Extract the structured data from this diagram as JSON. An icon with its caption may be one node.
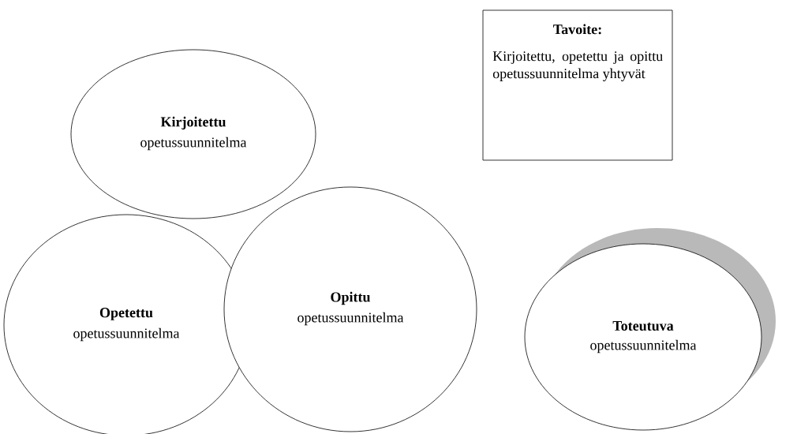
{
  "diagram": {
    "nodes": [
      {
        "text": [
          "Kirjoitettu",
          "opetussuunnitelma"
        ]
      },
      {
        "text": [
          "Tavoite:",
          "Kirjoitettu, opetettu ja opittu opetussuunnitelma yhtyvät"
        ]
      },
      {
        "text": [
          "Opetettu",
          "opetussuunnitelma"
        ]
      },
      {
        "text": [
          "Opittu",
          "opetussuunnitelma"
        ]
      },
      {
        "text": [
          "Toteutuva",
          "opetussuunnitelma"
        ]
      }
    ]
  }
}
